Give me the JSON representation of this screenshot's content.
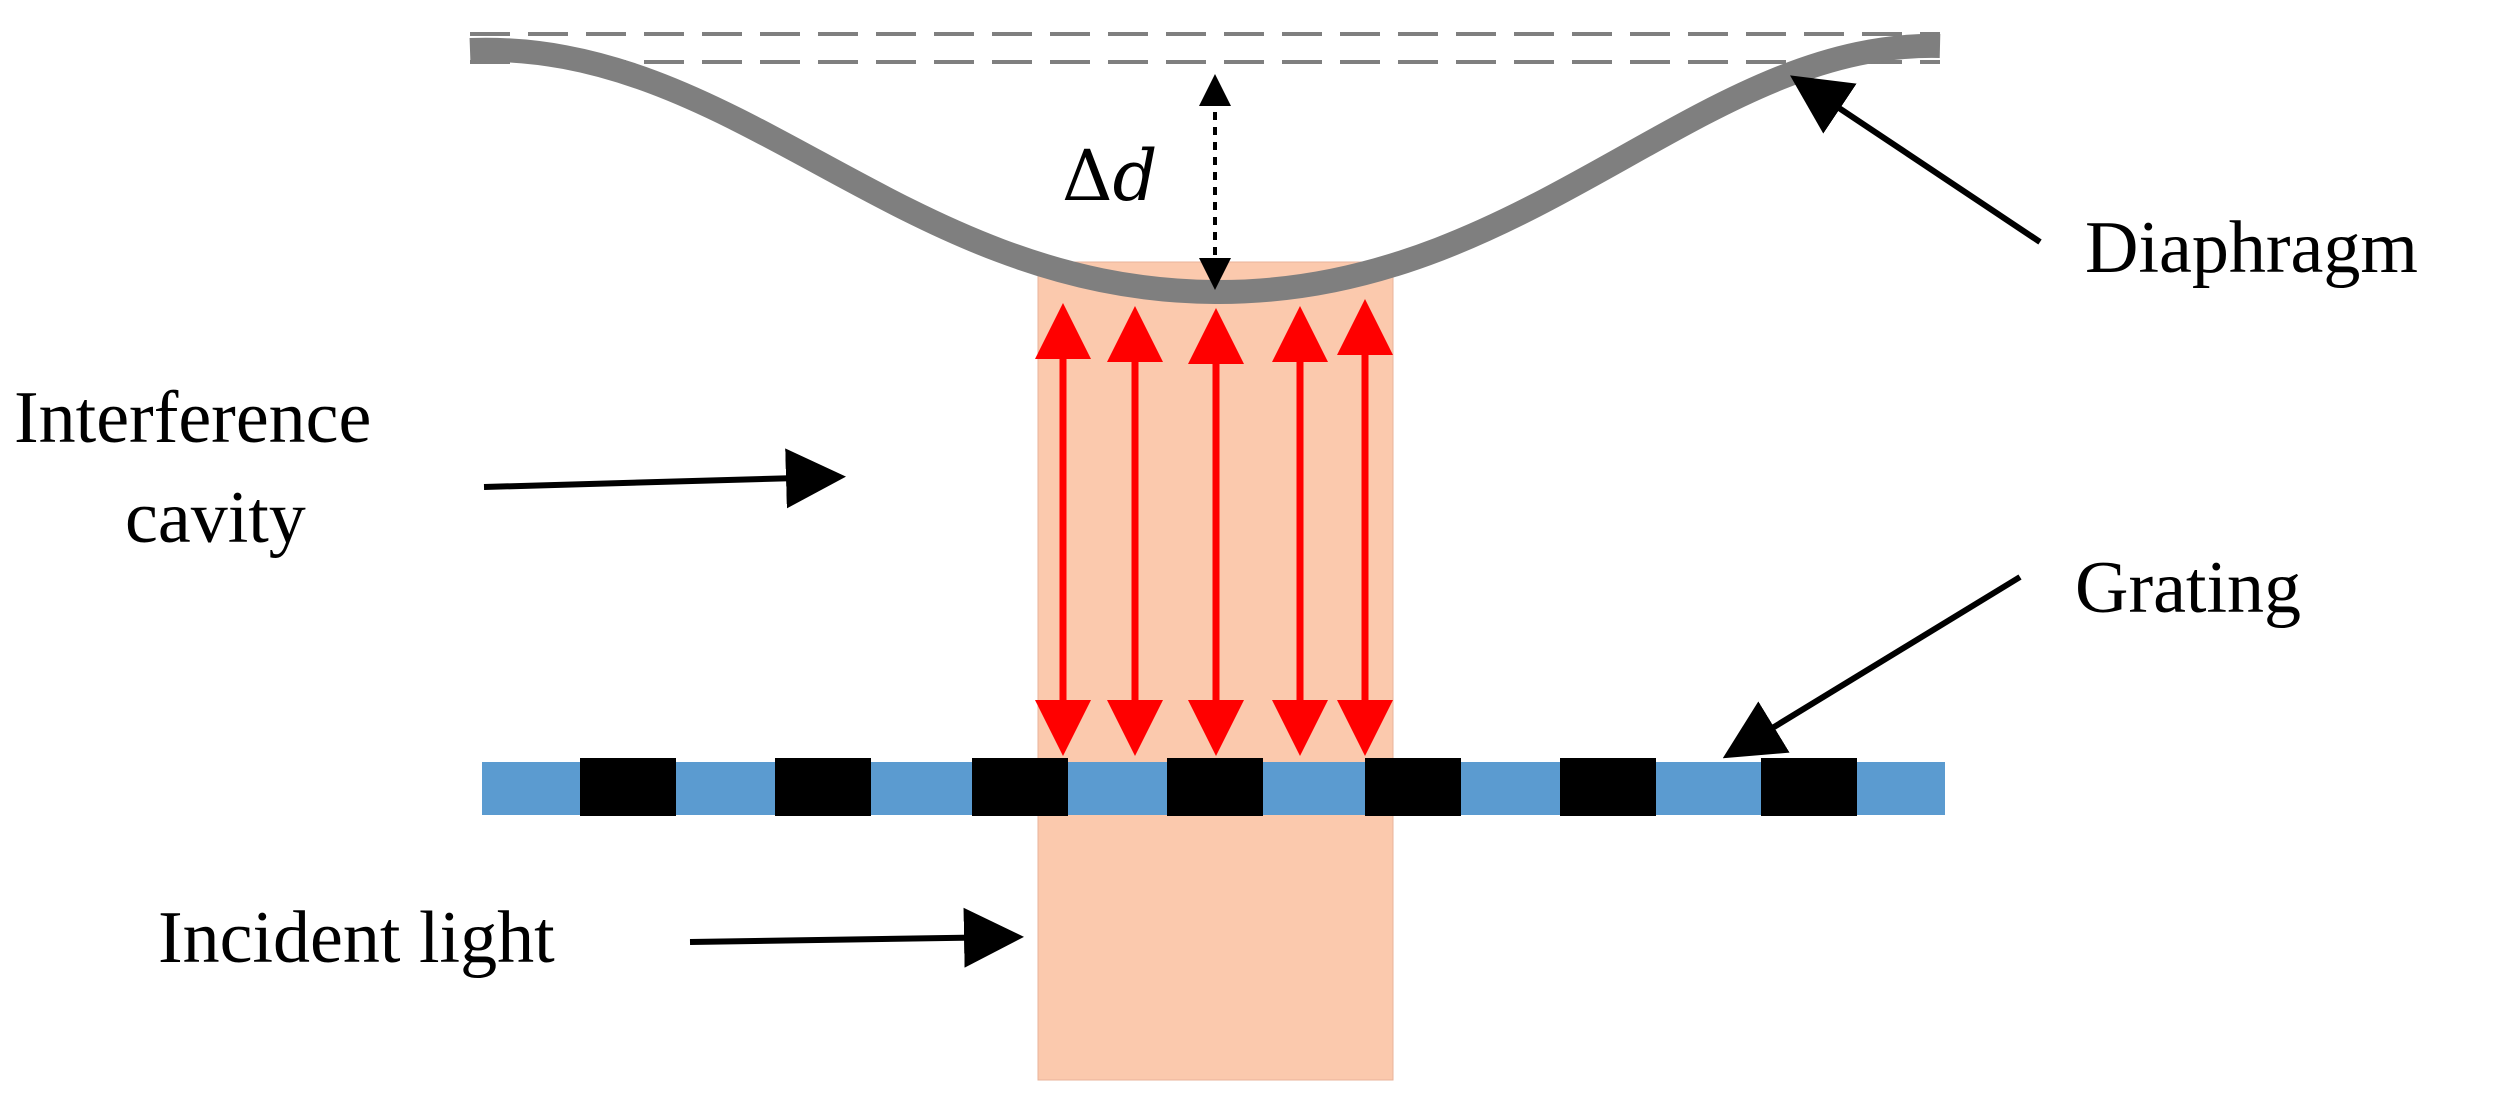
{
  "labels": {
    "diaphragm": "Diaphragm",
    "interference_line1": "Interference",
    "interference_line2": "cavity",
    "grating": "Grating",
    "incident": "Incident light",
    "delta_symbol": "Δ",
    "delta_var": "d"
  },
  "colors": {
    "diaphragm": "#7f7f7f",
    "light_beam": "#fbc9ad",
    "grating_bar": "#5b9bd0",
    "grating_block": "#000000",
    "reflection_arrows": "#ff0000",
    "pointer_arrows": "#000000"
  },
  "reflection_arrow_count": 5,
  "grating_block_count": 7
}
